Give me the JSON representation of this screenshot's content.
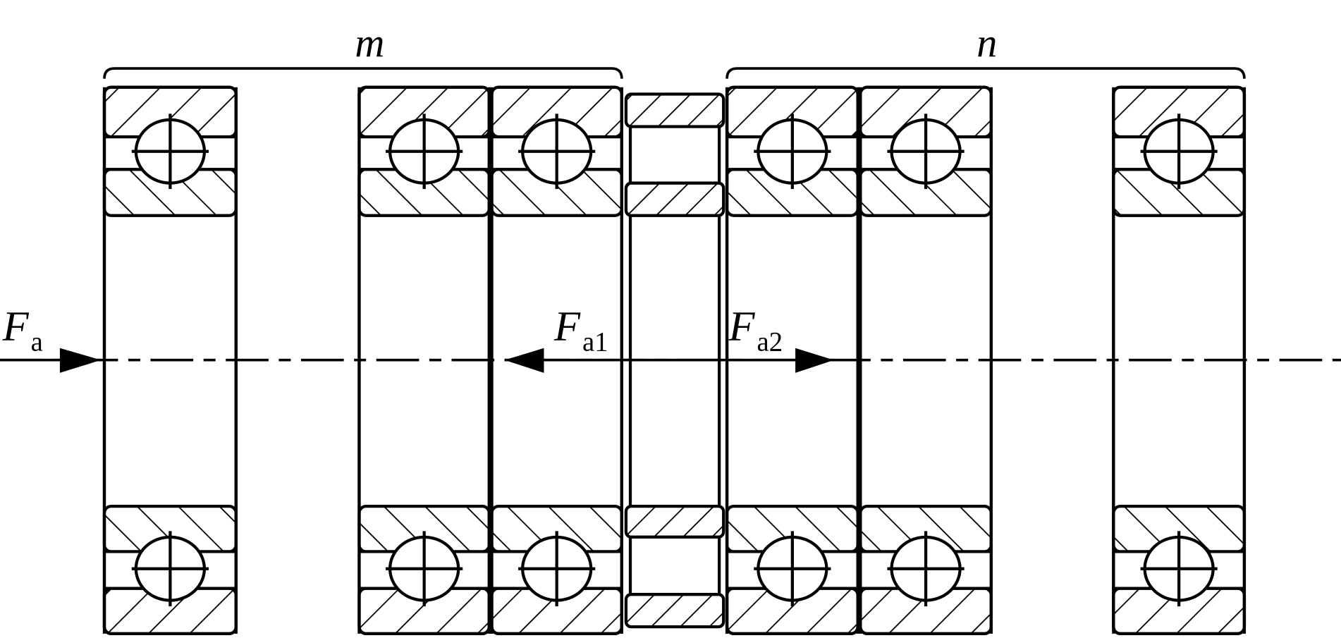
{
  "labels": {
    "group_m": "m",
    "group_n": "n",
    "force_symbol": "F",
    "force_a_sub": "a",
    "force_a1_sub": "a1",
    "force_a2_sub": "a2"
  },
  "colors": {
    "line": "#000000",
    "background": "#ffffff"
  }
}
